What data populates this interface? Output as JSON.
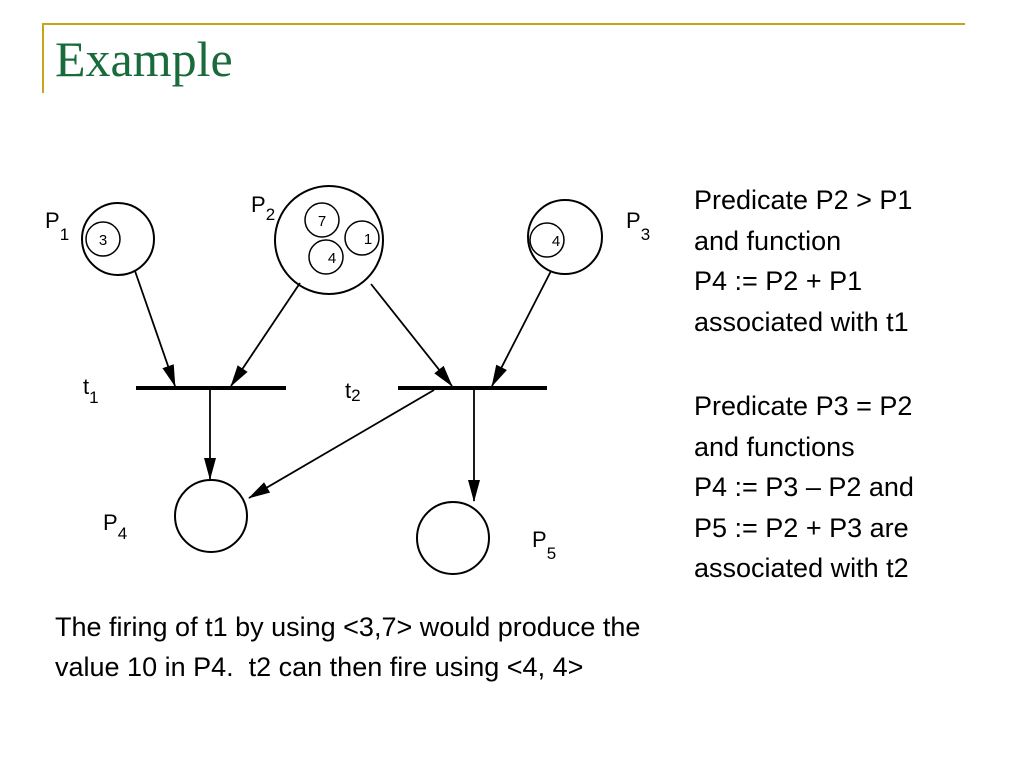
{
  "slide": {
    "title": "Example",
    "accent_color": "#c8a41a",
    "title_color": "#1a6b3b"
  },
  "diagram": {
    "places": [
      {
        "id": "P1",
        "label": "P",
        "subscript": "1",
        "tokens": [
          "3"
        ]
      },
      {
        "id": "P2",
        "label": "P",
        "subscript": "2",
        "tokens": [
          "7",
          "1",
          "4"
        ]
      },
      {
        "id": "P3",
        "label": "P",
        "subscript": "3",
        "tokens": [
          "4"
        ]
      },
      {
        "id": "P4",
        "label": "P",
        "subscript": "4",
        "tokens": []
      },
      {
        "id": "P5",
        "label": "P",
        "subscript": "5",
        "tokens": []
      }
    ],
    "transitions": [
      {
        "id": "t1",
        "label": "t",
        "subscript": "1"
      },
      {
        "id": "t2",
        "label": "t",
        "subscript": "2"
      }
    ]
  },
  "description": {
    "block1": [
      "Predicate P2 > P1",
      "and function",
      "P4 := P2 + P1",
      "associated with t1"
    ],
    "block2": [
      "Predicate P3 = P2",
      "and functions",
      "P4 := P3 – P2 and",
      "P5 := P2 + P3 are",
      "associated with t2"
    ]
  },
  "footer": {
    "lines": [
      "The firing of t1 by using <3,7> would produce the",
      "value 10 in P4.  t2 can then fire using <4, 4>"
    ]
  }
}
